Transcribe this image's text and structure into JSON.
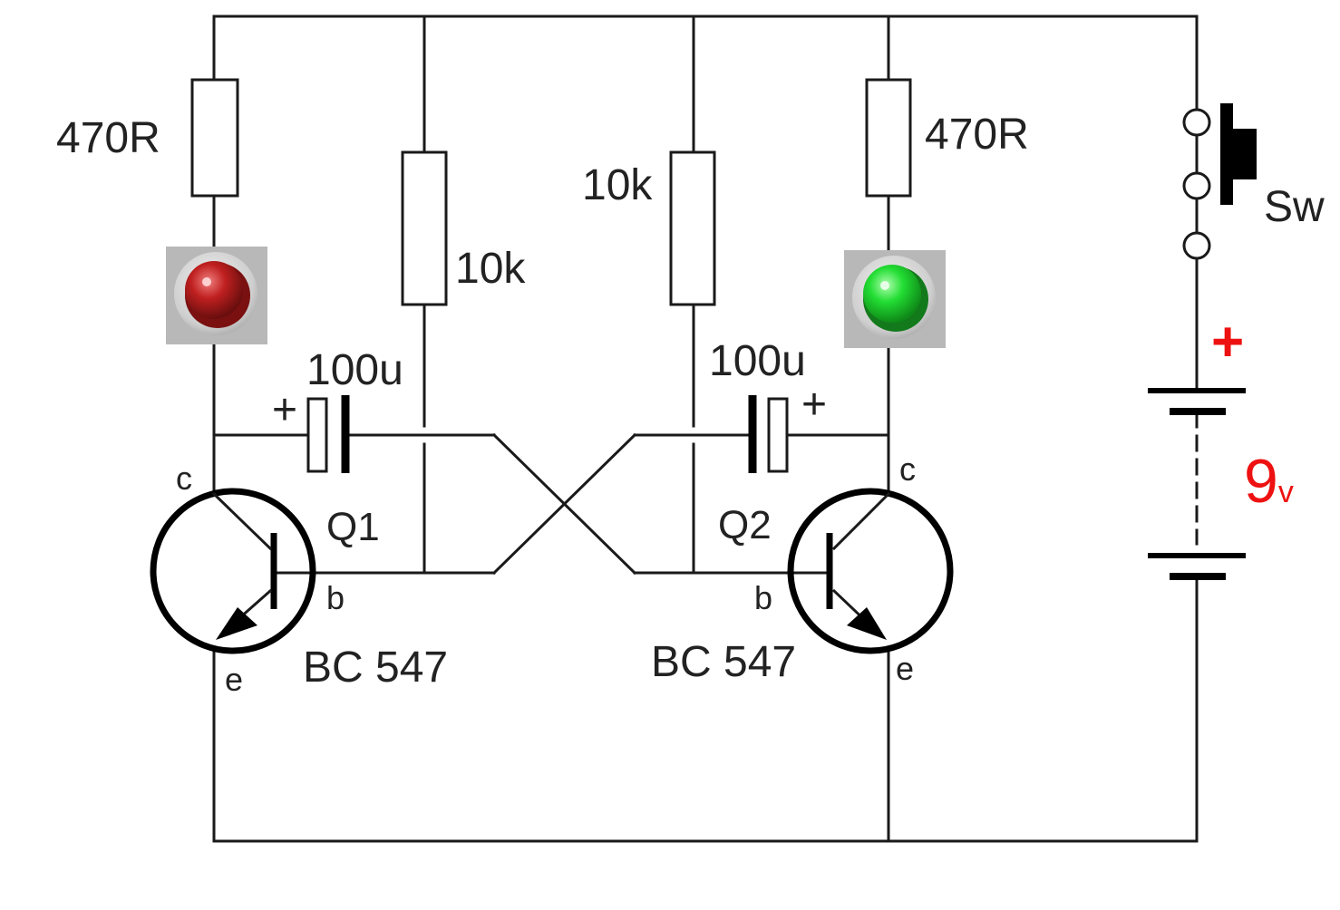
{
  "labels": {
    "r1": "470R",
    "r2": "10k",
    "r3": "10k",
    "r4": "470R",
    "c1": "100u",
    "c2": "100u",
    "c1_pol": "+",
    "c2_pol": "+",
    "q1_name": "Q1",
    "q2_name": "Q2",
    "q1_part": "BC 547",
    "q2_part": "BC 547",
    "q1_c": "c",
    "q1_b": "b",
    "q1_e": "e",
    "q2_c": "c",
    "q2_b": "b",
    "q2_e": "e",
    "switch": "Sw",
    "battery_plus": "+",
    "battery_value": "9",
    "battery_unit": "v"
  },
  "colors": {
    "led_left": "#c02020",
    "led_right": "#22dd33",
    "battery_text": "#ee1111"
  },
  "icons": {
    "led_left": "red-led-icon",
    "led_right": "green-led-icon",
    "switch": "push-button-switch-icon",
    "battery": "battery-icon"
  }
}
